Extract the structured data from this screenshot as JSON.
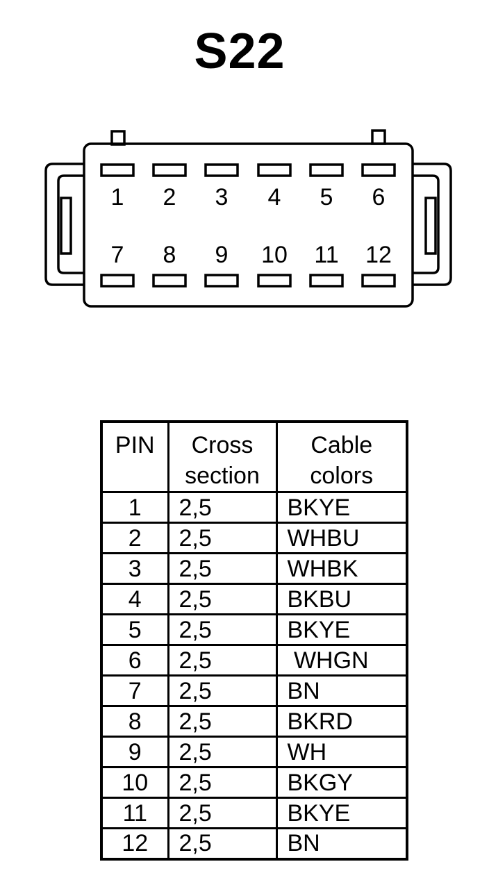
{
  "title": "S22",
  "connector": {
    "top_row_pins": [
      "1",
      "2",
      "3",
      "4",
      "5",
      "6"
    ],
    "bottom_row_pins": [
      "7",
      "8",
      "9",
      "10",
      "11",
      "12"
    ]
  },
  "table": {
    "headers": {
      "pin": "PIN",
      "cross_section": [
        "Cross",
        "section"
      ],
      "cable_colors": [
        "Cable",
        "colors"
      ]
    },
    "rows": [
      {
        "pin": "1",
        "cross_section": "2,5",
        "color": "BKYE"
      },
      {
        "pin": "2",
        "cross_section": "2,5",
        "color": "WHBU"
      },
      {
        "pin": "3",
        "cross_section": "2,5",
        "color": "WHBK"
      },
      {
        "pin": "4",
        "cross_section": "2,5",
        "color": "BKBU"
      },
      {
        "pin": "5",
        "cross_section": "2,5",
        "color": "BKYE"
      },
      {
        "pin": "6",
        "cross_section": "2,5",
        "color": " WHGN"
      },
      {
        "pin": "7",
        "cross_section": "2,5",
        "color": "BN"
      },
      {
        "pin": "8",
        "cross_section": "2,5",
        "color": "BKRD"
      },
      {
        "pin": "9",
        "cross_section": "2,5",
        "color": "WH"
      },
      {
        "pin": "10",
        "cross_section": "2,5",
        "color": "BKGY"
      },
      {
        "pin": "11",
        "cross_section": "2,5",
        "color": "BKYE"
      },
      {
        "pin": "12",
        "cross_section": "2,5",
        "color": "BN"
      }
    ]
  }
}
